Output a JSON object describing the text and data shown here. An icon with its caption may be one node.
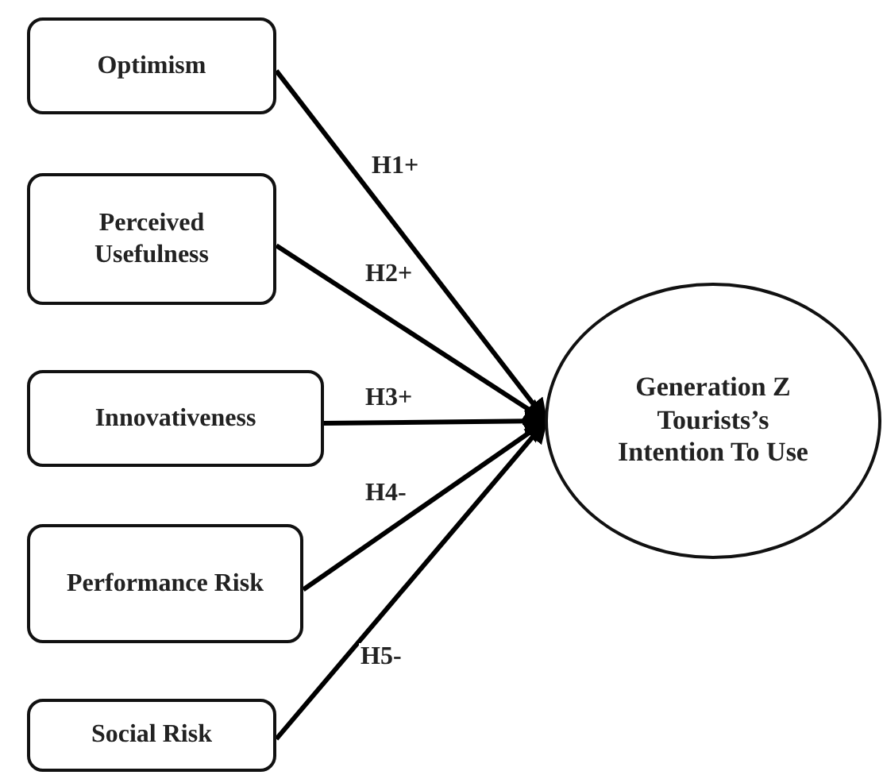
{
  "diagram": {
    "nodes": [
      {
        "text": [
          "Optimism"
        ]
      },
      {
        "text": [
          "Perceived Usefulness"
        ]
      },
      {
        "text": [
          "Innovativeness"
        ]
      },
      {
        "text": [
          "Performance Risk"
        ]
      },
      {
        "text": [
          "Social Risk"
        ]
      },
      {
        "text": [
          "Generation Z Tourists’s Intention To Use"
        ]
      }
    ],
    "edges": [
      {
        "from": 0,
        "to": 5,
        "arrow": "to",
        "label": "H1+"
      },
      {
        "from": 1,
        "to": 5,
        "arrow": "to",
        "label": "H2+"
      },
      {
        "from": 2,
        "to": 5,
        "arrow": "to",
        "label": "H3+"
      },
      {
        "from": 3,
        "to": 5,
        "arrow": "to",
        "label": "H4-"
      },
      {
        "from": 4,
        "to": 5,
        "arrow": "to",
        "label": "H5-"
      }
    ]
  }
}
